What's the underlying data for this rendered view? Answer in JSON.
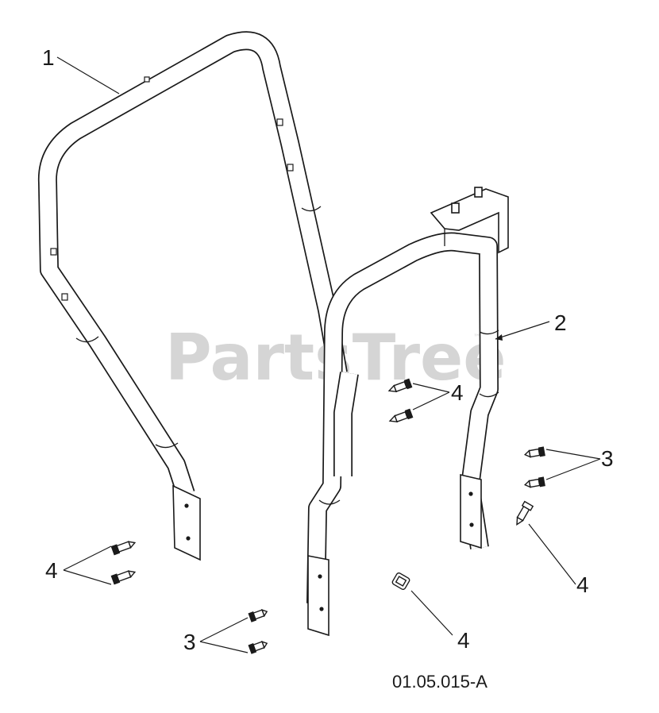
{
  "diagram": {
    "watermark": "PartsTree",
    "watermark_mark": "™",
    "reference_code": "01.05.015-A",
    "callouts": {
      "part_1": "1",
      "part_2": "2",
      "part_3_right": "3",
      "part_3_bottom": "3",
      "part_4_center_upper": "4",
      "part_4_left": "4",
      "part_4_right": "4",
      "part_4_bottom": "4"
    }
  }
}
